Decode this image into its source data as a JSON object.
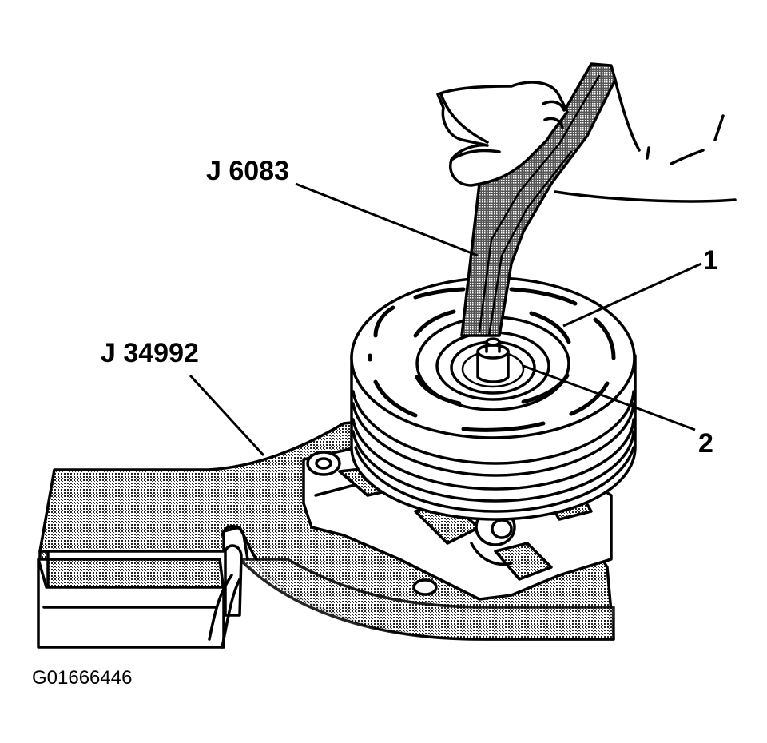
{
  "callouts": {
    "tool_j6083": "J 6083",
    "tool_j34992": "J 34992",
    "item_1": "1",
    "item_2": "2"
  },
  "figure_id": "G01666446"
}
